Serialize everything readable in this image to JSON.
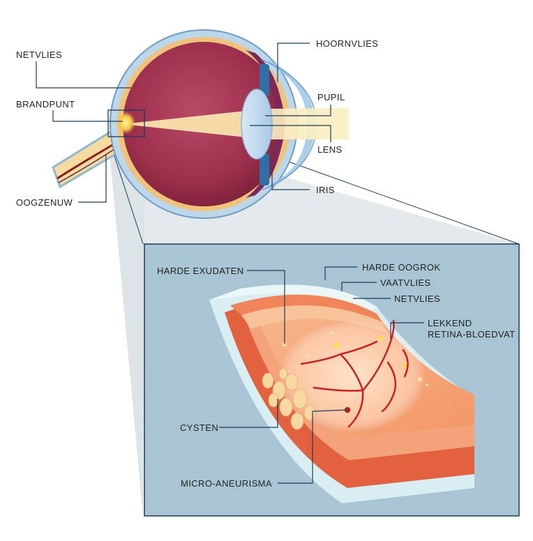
{
  "eye_labels": {
    "netvlies": "NETVLIES",
    "brandpunt": "BRANDPUNT",
    "oogzenuw": "OOGZENUW",
    "hoornvlies": "HOORNVLIES",
    "pupil": "PUPIL",
    "lens": "LENS",
    "iris": "IRIS"
  },
  "detail_labels": {
    "harde_exudaten": "HARDE EXUDATEN",
    "harde_oogrok": "HARDE OOGROK",
    "vaatvlies": "VAATVLIES",
    "netvlies": "NETVLIES",
    "lekkend_line1": "LEKKEND",
    "lekkend_line2": "RETINA-BLOEDVAT",
    "cysten": "CYSTEN",
    "micro_aneurisma": "MICRO-ANEURISMA"
  },
  "colors": {
    "panel": "#a9c4d2",
    "zoom_beam": "#e4eaec",
    "eyeball": "#a83a55",
    "sclera": "#c8e0f0",
    "retina_layer": "#f0c27c",
    "nerve": "#f5dba0",
    "light_beam": "#fbeebf",
    "cornea": "#a8cde8",
    "tissue_top": "#f4a27a",
    "tissue_side": "#e2613f",
    "vessel": "#cc1f1f",
    "exudate": "#f6d9a0",
    "leader": "#1f3a5a"
  }
}
